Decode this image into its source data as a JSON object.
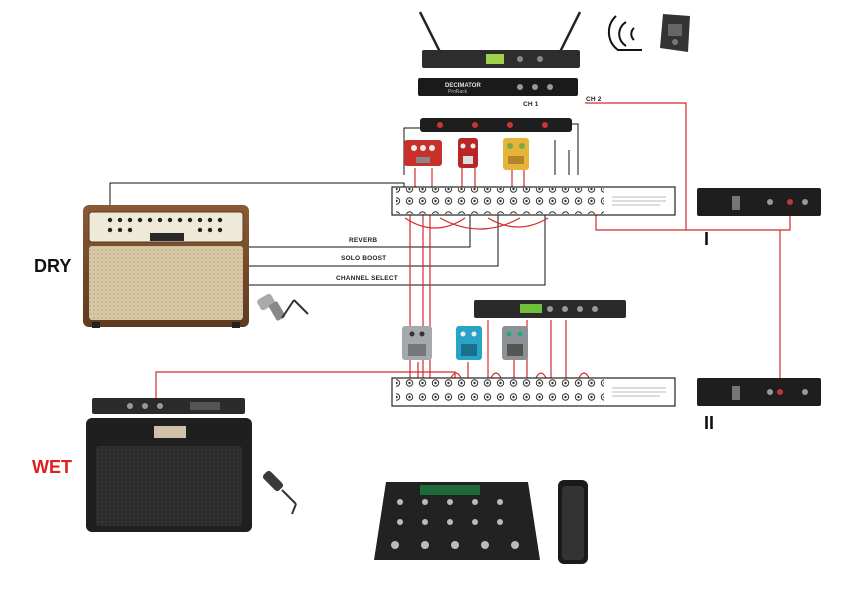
{
  "labels": {
    "dry": "DRY",
    "wet": "WET",
    "loop_one": "I",
    "loop_two": "II",
    "reverb": "REVERB",
    "solo_boost": "SOLO BOOST",
    "channel_select": "CHANNEL SELECT",
    "ch1": "CH 1",
    "ch2": "CH 2"
  },
  "device_text": {
    "decimator_top": "DECIMATOR",
    "decimator_bottom": "ProRack"
  },
  "colors": {
    "signal_red": "#d42a2a",
    "control_black": "#111111",
    "wet_label": "#e02020"
  },
  "icons": [
    "wireless-receiver",
    "decimator-rack",
    "wireless-signal-icon",
    "bodypack-transmitter",
    "line-mixer",
    "effects-pedal",
    "patchbay",
    "combo-amp",
    "speaker-cabinet",
    "microphone",
    "rack-effects-unit",
    "rack-preamp",
    "midi-footcontroller",
    "expression-pedal",
    "loop-switcher-panel"
  ]
}
